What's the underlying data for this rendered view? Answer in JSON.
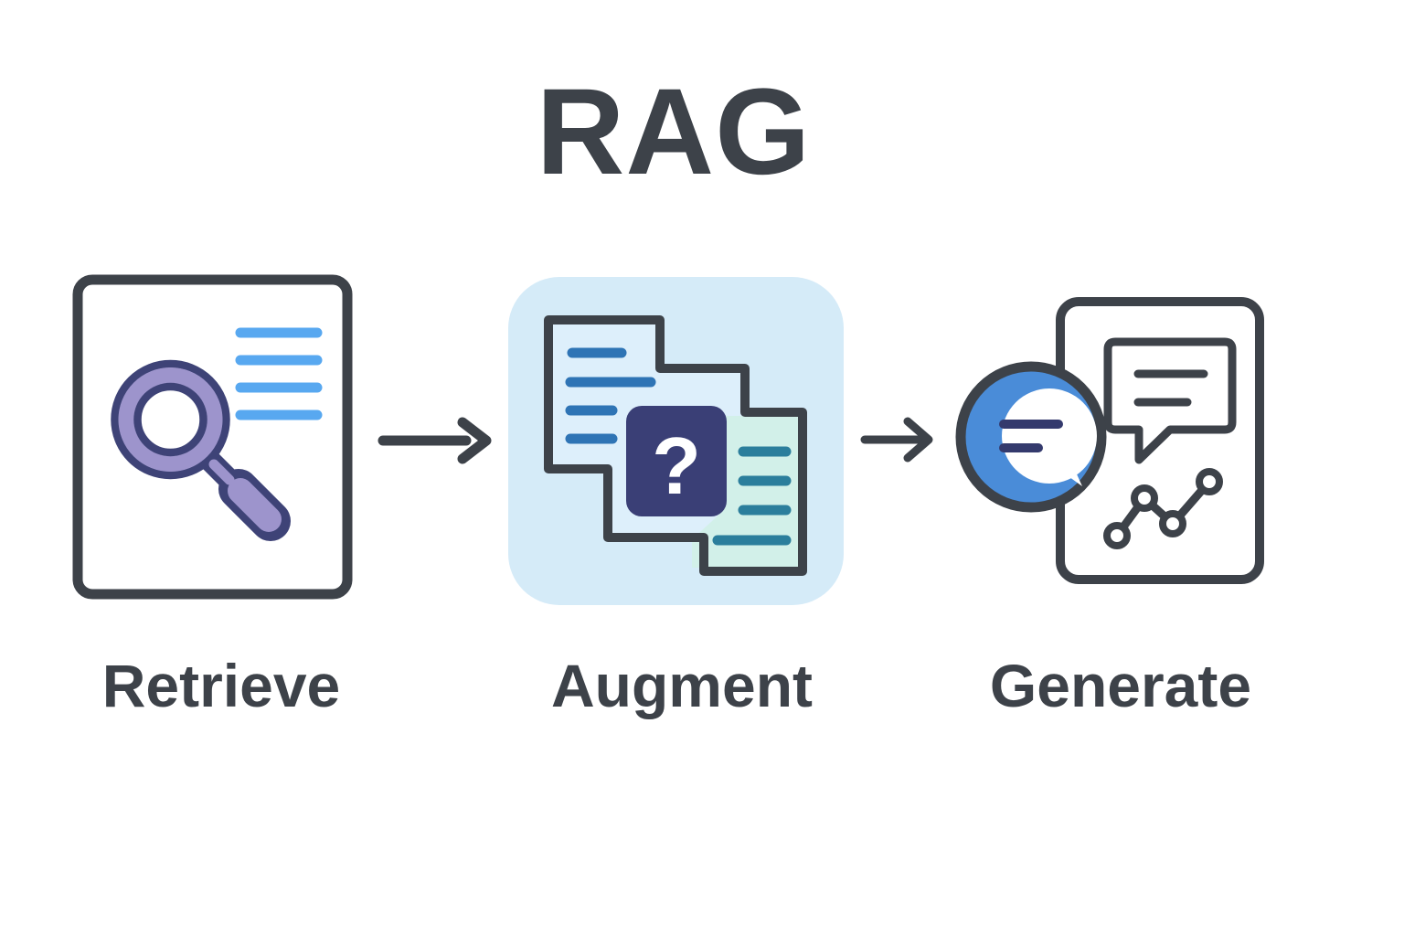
{
  "title": "RAG",
  "steps": [
    {
      "label": "Retrieve",
      "icon": "document-search-icon"
    },
    {
      "label": "Augment",
      "icon": "documents-question-icon"
    },
    {
      "label": "Generate",
      "icon": "chat-report-icon"
    }
  ],
  "question_mark": "?",
  "arrows": [
    "arrow-right-icon",
    "arrow-right-icon"
  ],
  "colors": {
    "ink": "#3d4249",
    "navy-purple": "#3e4377",
    "lavender": "#9d94cc",
    "sky-line": "#58a8f0",
    "doc-line-blue": "#2e74b5",
    "teal-line": "#2b7e9c",
    "panel-blue": "#d5ebf8",
    "page-blue": "#ddeffb",
    "mint": "#d2f0e9",
    "question-navy": "#3a3f76",
    "chat-blue": "#4a8cd8",
    "chat-line-navy": "#343a6d",
    "white": "#ffffff"
  }
}
